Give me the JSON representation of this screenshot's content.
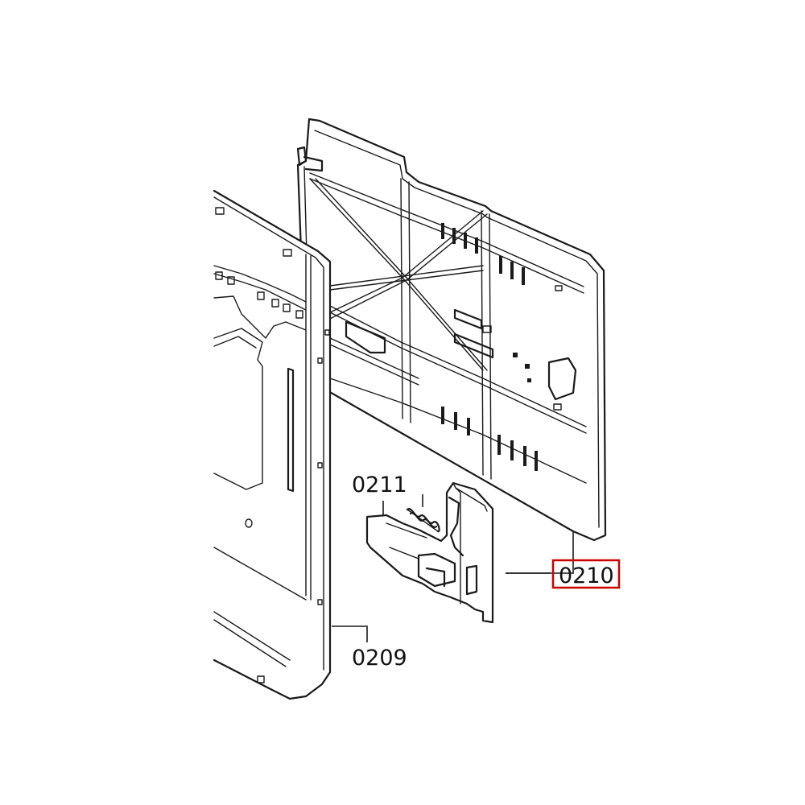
{
  "callouts": [
    {
      "id": "0209",
      "highlighted": false
    },
    {
      "id": "0210",
      "highlighted": true
    },
    {
      "id": "0211",
      "highlighted": false
    }
  ],
  "colors": {
    "line": "#1a1a1a",
    "highlight_box": "#cc0000",
    "background": "#ffffff"
  }
}
